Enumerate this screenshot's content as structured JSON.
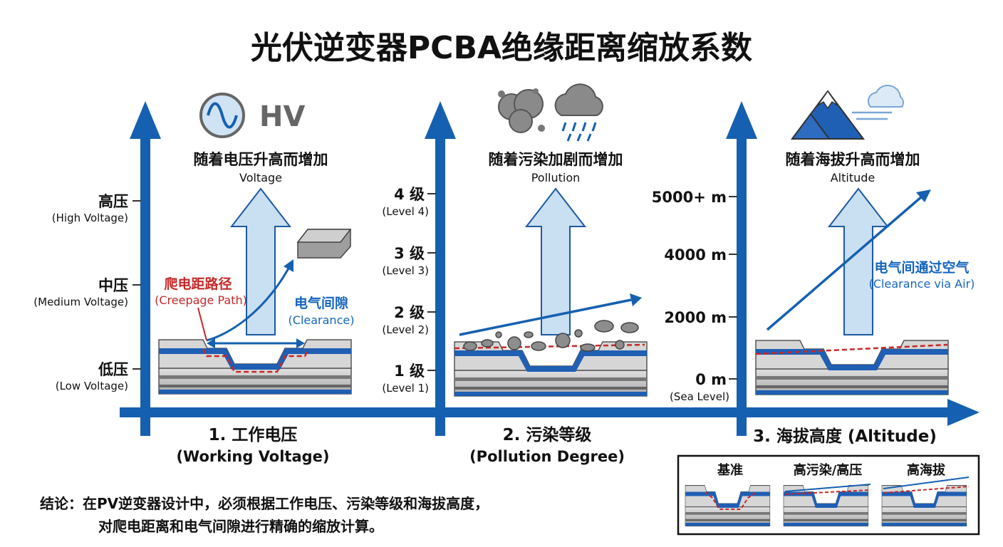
{
  "title": "光伏逆变器PCBA绝缘距离缩放系数",
  "panels": [
    {
      "top_cn": "随着电压升高而增加",
      "top_en": "Voltage",
      "icon_text": "HV",
      "levels": [
        {
          "cn": "高压",
          "en": "(High Voltage)"
        },
        {
          "cn": "中压",
          "en": "(Medium Voltage)"
        },
        {
          "cn": "低压",
          "en": "(Low Voltage)"
        }
      ],
      "annotations": {
        "creepage_cn": "爬电距路径",
        "creepage_en": "(Creepage Path)",
        "clearance_cn": "电气间隙",
        "clearance_en": "(Clearance)"
      },
      "category_cn": "1. 工作电压",
      "category_en": "(Working Voltage)"
    },
    {
      "top_cn": "随着污染加剧而增加",
      "top_en": "Pollution",
      "levels": [
        {
          "cn": "4 级",
          "en": "(Level 4)"
        },
        {
          "cn": "3 级",
          "en": "(Level 3)"
        },
        {
          "cn": "2 级",
          "en": "(Level 2)"
        },
        {
          "cn": "1 级",
          "en": "(Level 1)"
        }
      ],
      "category_cn": "2. 污染等级",
      "category_en": "(Pollution Degree)"
    },
    {
      "top_cn": "随着海拔升高而增加",
      "top_en": "Altitude",
      "levels": [
        {
          "cn": "5000+ m",
          "en": ""
        },
        {
          "cn": "4000 m",
          "en": ""
        },
        {
          "cn": "2000 m",
          "en": ""
        },
        {
          "cn": "0 m",
          "en": "(Sea Level)"
        }
      ],
      "annotations": {
        "clearance_cn": "电气间通过空气",
        "clearance_en": "(Clearance via Air)"
      },
      "category": "3. 海拔高度 (Altitude)"
    }
  ],
  "legend": [
    "基准",
    "高污染/高压",
    "高海拔"
  ],
  "conclusion": [
    "结论：在PV逆变器设计中，必须根据工作电压、污染等级和海拔高度，",
    "对爬电距离和电气间隙进行精确的缩放计算。"
  ],
  "colors": {
    "axis_blue": "#1560b0",
    "arrow_fill": "#c9dff2",
    "arrow_stroke": "#1c5aa0",
    "pcb_blue": "#1f5fb4",
    "pcb_gray": "#bdbdbd",
    "creepage_red": "#c62828"
  }
}
